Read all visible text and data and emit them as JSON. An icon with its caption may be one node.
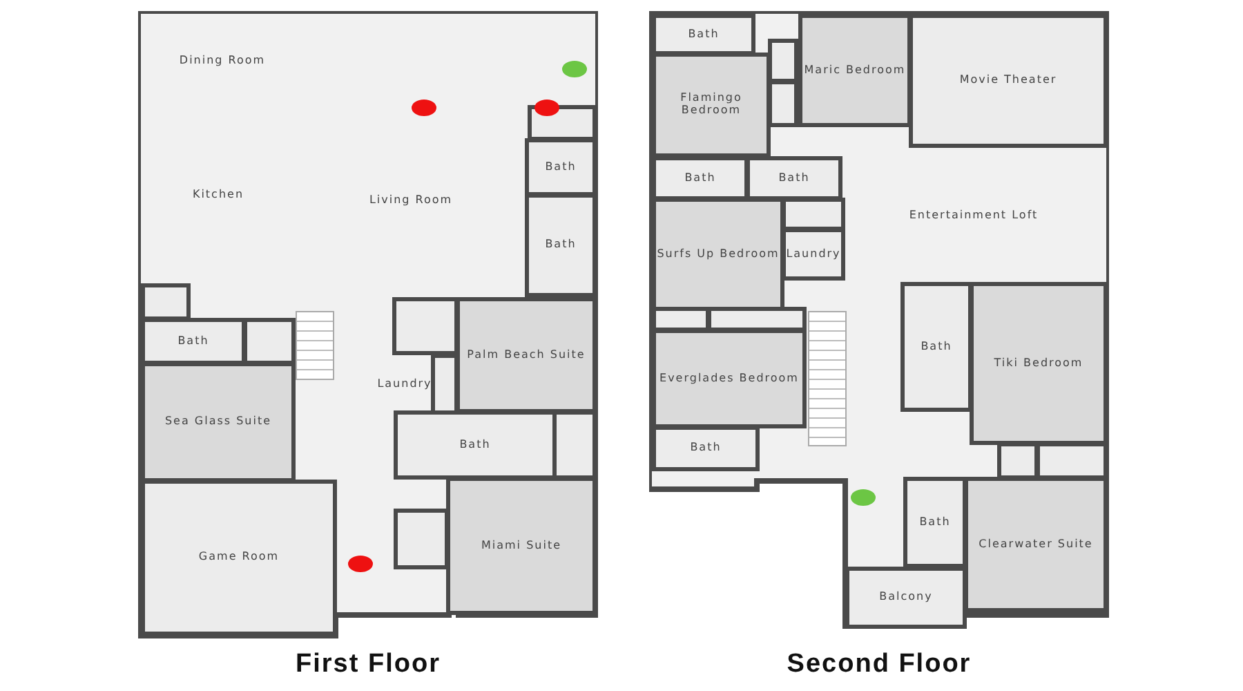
{
  "diagram": {
    "nodes": [
      {
        "text": [
          "First Floor"
        ]
      },
      {
        "text": [
          "Dining Room"
        ],
        "in": 0
      },
      {
        "text": [
          "Kitchen"
        ],
        "in": 0
      },
      {
        "text": [
          "Living Room"
        ],
        "in": 0
      },
      {
        "text": [
          "Bath"
        ],
        "in": 0
      },
      {
        "text": [
          "Bath"
        ],
        "in": 0
      },
      {
        "text": [
          "Bath"
        ],
        "in": 0
      },
      {
        "text": [
          "Sea Glass Suite"
        ],
        "in": 0
      },
      {
        "text": [
          "Game Room"
        ],
        "in": 0
      },
      {
        "text": [
          "Laundry"
        ],
        "in": 0
      },
      {
        "text": [
          "Palm Beach Suite"
        ],
        "in": 0
      },
      {
        "text": [
          "Bath"
        ],
        "in": 0
      },
      {
        "text": [
          "Miami Suite"
        ],
        "in": 0
      },
      {
        "text": [
          "Second Floor"
        ]
      },
      {
        "text": [
          "Bath"
        ],
        "in": 13
      },
      {
        "text": [
          "Maric Bedroom"
        ],
        "in": 13
      },
      {
        "text": [
          "Movie Theater"
        ],
        "in": 13
      },
      {
        "text": [
          "Flamingo Bedroom"
        ],
        "in": 13
      },
      {
        "text": [
          "Bath"
        ],
        "in": 13
      },
      {
        "text": [
          "Bath"
        ],
        "in": 13
      },
      {
        "text": [
          "Entertainment Loft"
        ],
        "in": 13
      },
      {
        "text": [
          "Surfs Up Bedroom"
        ],
        "in": 13
      },
      {
        "text": [
          "Laundry"
        ],
        "in": 13
      },
      {
        "text": [
          "Everglades Bedroom"
        ],
        "in": 13
      },
      {
        "text": [
          "Bath"
        ],
        "in": 13
      },
      {
        "text": [
          "Bath"
        ],
        "in": 13
      },
      {
        "text": [
          "Tiki Bedroom"
        ],
        "in": 13
      },
      {
        "text": [
          "Bath"
        ],
        "in": 13
      },
      {
        "text": [
          "Clearwater Suite"
        ],
        "in": 13
      },
      {
        "text": [
          "Balcony"
        ],
        "in": 13
      },
      {
        "text": [],
        "shape": "box",
        "in": 0
      },
      {
        "text": [],
        "shape": "box",
        "in": 0
      },
      {
        "text": [],
        "shape": "box",
        "in": 0
      },
      {
        "text": [],
        "shape": "box",
        "in": 0
      },
      {
        "text": [],
        "shape": "box",
        "in": 0
      },
      {
        "text": [],
        "shape": "box",
        "in": 0
      },
      {
        "text": [],
        "shape": "box",
        "in": 0
      },
      {
        "text": [],
        "shape": "box",
        "in": 13
      },
      {
        "text": [],
        "shape": "box",
        "in": 13
      },
      {
        "text": [],
        "shape": "box",
        "in": 13
      },
      {
        "text": [],
        "shape": "box",
        "in": 13
      },
      {
        "text": [],
        "shape": "box",
        "in": 13
      },
      {
        "text": [],
        "shape": "box",
        "in": 13
      },
      {
        "text": [],
        "shape": "box",
        "in": 13
      }
    ]
  }
}
